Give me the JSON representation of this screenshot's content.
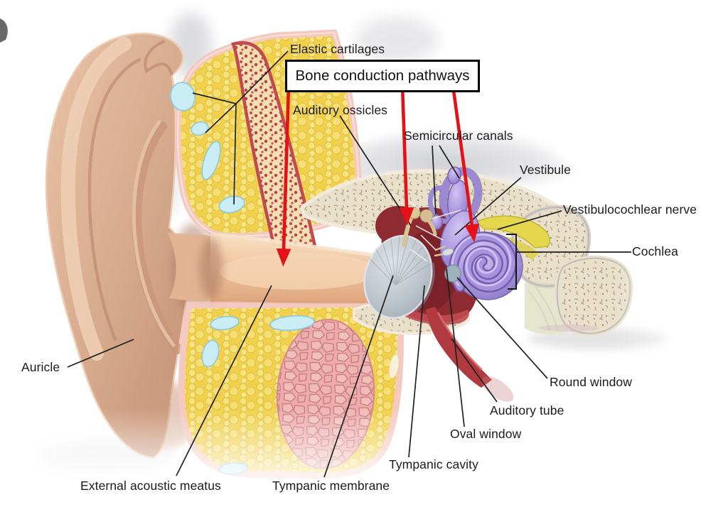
{
  "figure": {
    "type": "anatomical-diagram",
    "subject": "Human ear anatomy with bone conduction pathways",
    "highlight_box": {
      "label": "Bone conduction pathways"
    },
    "labels": {
      "elastic_cartilages": "Elastic cartilages",
      "auditory_ossicles": "Auditory ossicles",
      "semicircular_canals": "Semicircular canals",
      "vestibule": "Vestibule",
      "vestibulocochlear_nerve": "Vestibulocochlear nerve",
      "cochlea": "Cochlea",
      "round_window": "Round window",
      "auditory_tube": "Auditory tube",
      "oval_window": "Oval window",
      "tympanic_cavity": "Tympanic cavity",
      "tympanic_membrane": "Tympanic membrane",
      "external_acoustic_meatus": "External acoustic meatus",
      "auricle": "Auricle"
    },
    "colors": {
      "pathway_arrow_red": "#e41217",
      "label_text": "#1b1b1b",
      "callout_border": "#000000",
      "inner_ear_purple": "#9a86d2",
      "nerve_yellow": "#e4d74e",
      "adipose_yellow": "#f1d14b",
      "elastic_cartilage_cyan": "#c9ecf5",
      "bone_beige": "#e9e0cb",
      "bone_marrow_red": "#c8454b",
      "tympanic_cavity_red": "#8e2b31",
      "skin_peach": "#d8a98d",
      "membrane_gray": "#b3bcc4",
      "meatus_cartilage_pink": "#edacab"
    }
  }
}
